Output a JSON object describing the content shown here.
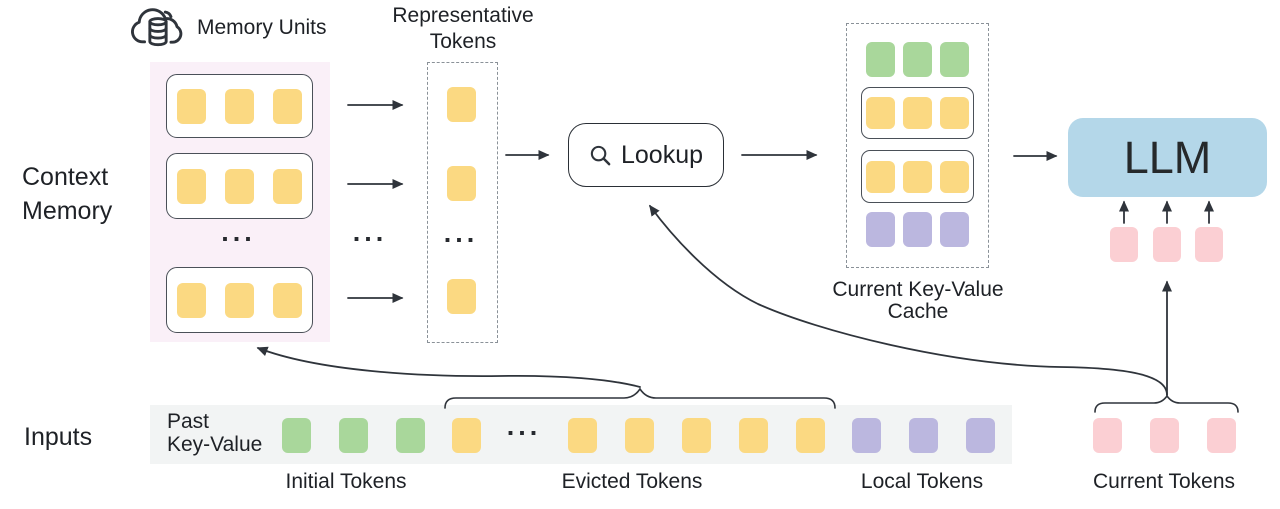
{
  "colors": {
    "yellow": "#FBD982",
    "green": "#A9D79B",
    "purple": "#BBB7DF",
    "pink": "#FBCFD3",
    "llm_blue": "#B4D7E9",
    "memory_bg": "#FAF0F8",
    "strip_bg": "#F2F4F4",
    "stroke": "#2F343B",
    "text": "#1E2126"
  },
  "labels": {
    "memory_units": "Memory Units",
    "representative_line1": "Representative",
    "representative_line2": "Tokens",
    "context_line1": "Context",
    "context_line2": "Memory",
    "lookup": "Lookup",
    "cache_line1": "Current Key-Value",
    "cache_line2": "Cache",
    "llm": "LLM",
    "inputs": "Inputs",
    "past_kv_line1": "Past",
    "past_kv_line2": "Key-Value",
    "initial_tokens": "Initial Tokens",
    "evicted_tokens": "Evicted Tokens",
    "local_tokens": "Local Tokens",
    "current_tokens": "Current Tokens",
    "ellipsis": "..."
  },
  "token_groups": {
    "memory_unit_row": {
      "count": 3,
      "color": "yellow"
    },
    "representative_token": {
      "count": 1,
      "color": "yellow"
    },
    "cache_initial_row": {
      "count": 3,
      "color": "green"
    },
    "cache_evicted_row": {
      "count": 3,
      "color": "yellow"
    },
    "cache_local_row": {
      "count": 3,
      "color": "purple"
    },
    "llm_current_row": {
      "count": 3,
      "color": "pink"
    },
    "input_initial": {
      "count": 3,
      "color": "green"
    },
    "input_evicted_head": {
      "count": 1,
      "color": "yellow"
    },
    "input_evicted_tail": {
      "count": 5,
      "color": "yellow"
    },
    "input_local": {
      "count": 3,
      "color": "purple"
    },
    "input_current": {
      "count": 3,
      "color": "pink"
    }
  }
}
